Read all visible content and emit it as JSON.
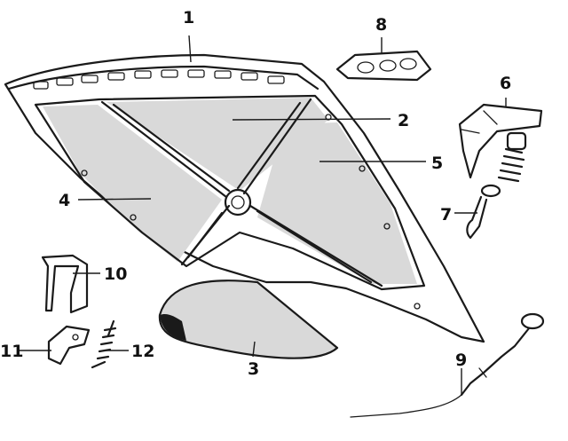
{
  "callouts": {
    "c1": "1",
    "c2": "2",
    "c3": "3",
    "c4": "4",
    "c5": "5",
    "c6": "6",
    "c7": "7",
    "c8": "8",
    "c9": "9",
    "c10": "10",
    "c11": "11",
    "c12": "12"
  },
  "colors": {
    "ink": "#1a1a1a",
    "paper": "#ffffff",
    "stipple": "#d9d9d9"
  }
}
